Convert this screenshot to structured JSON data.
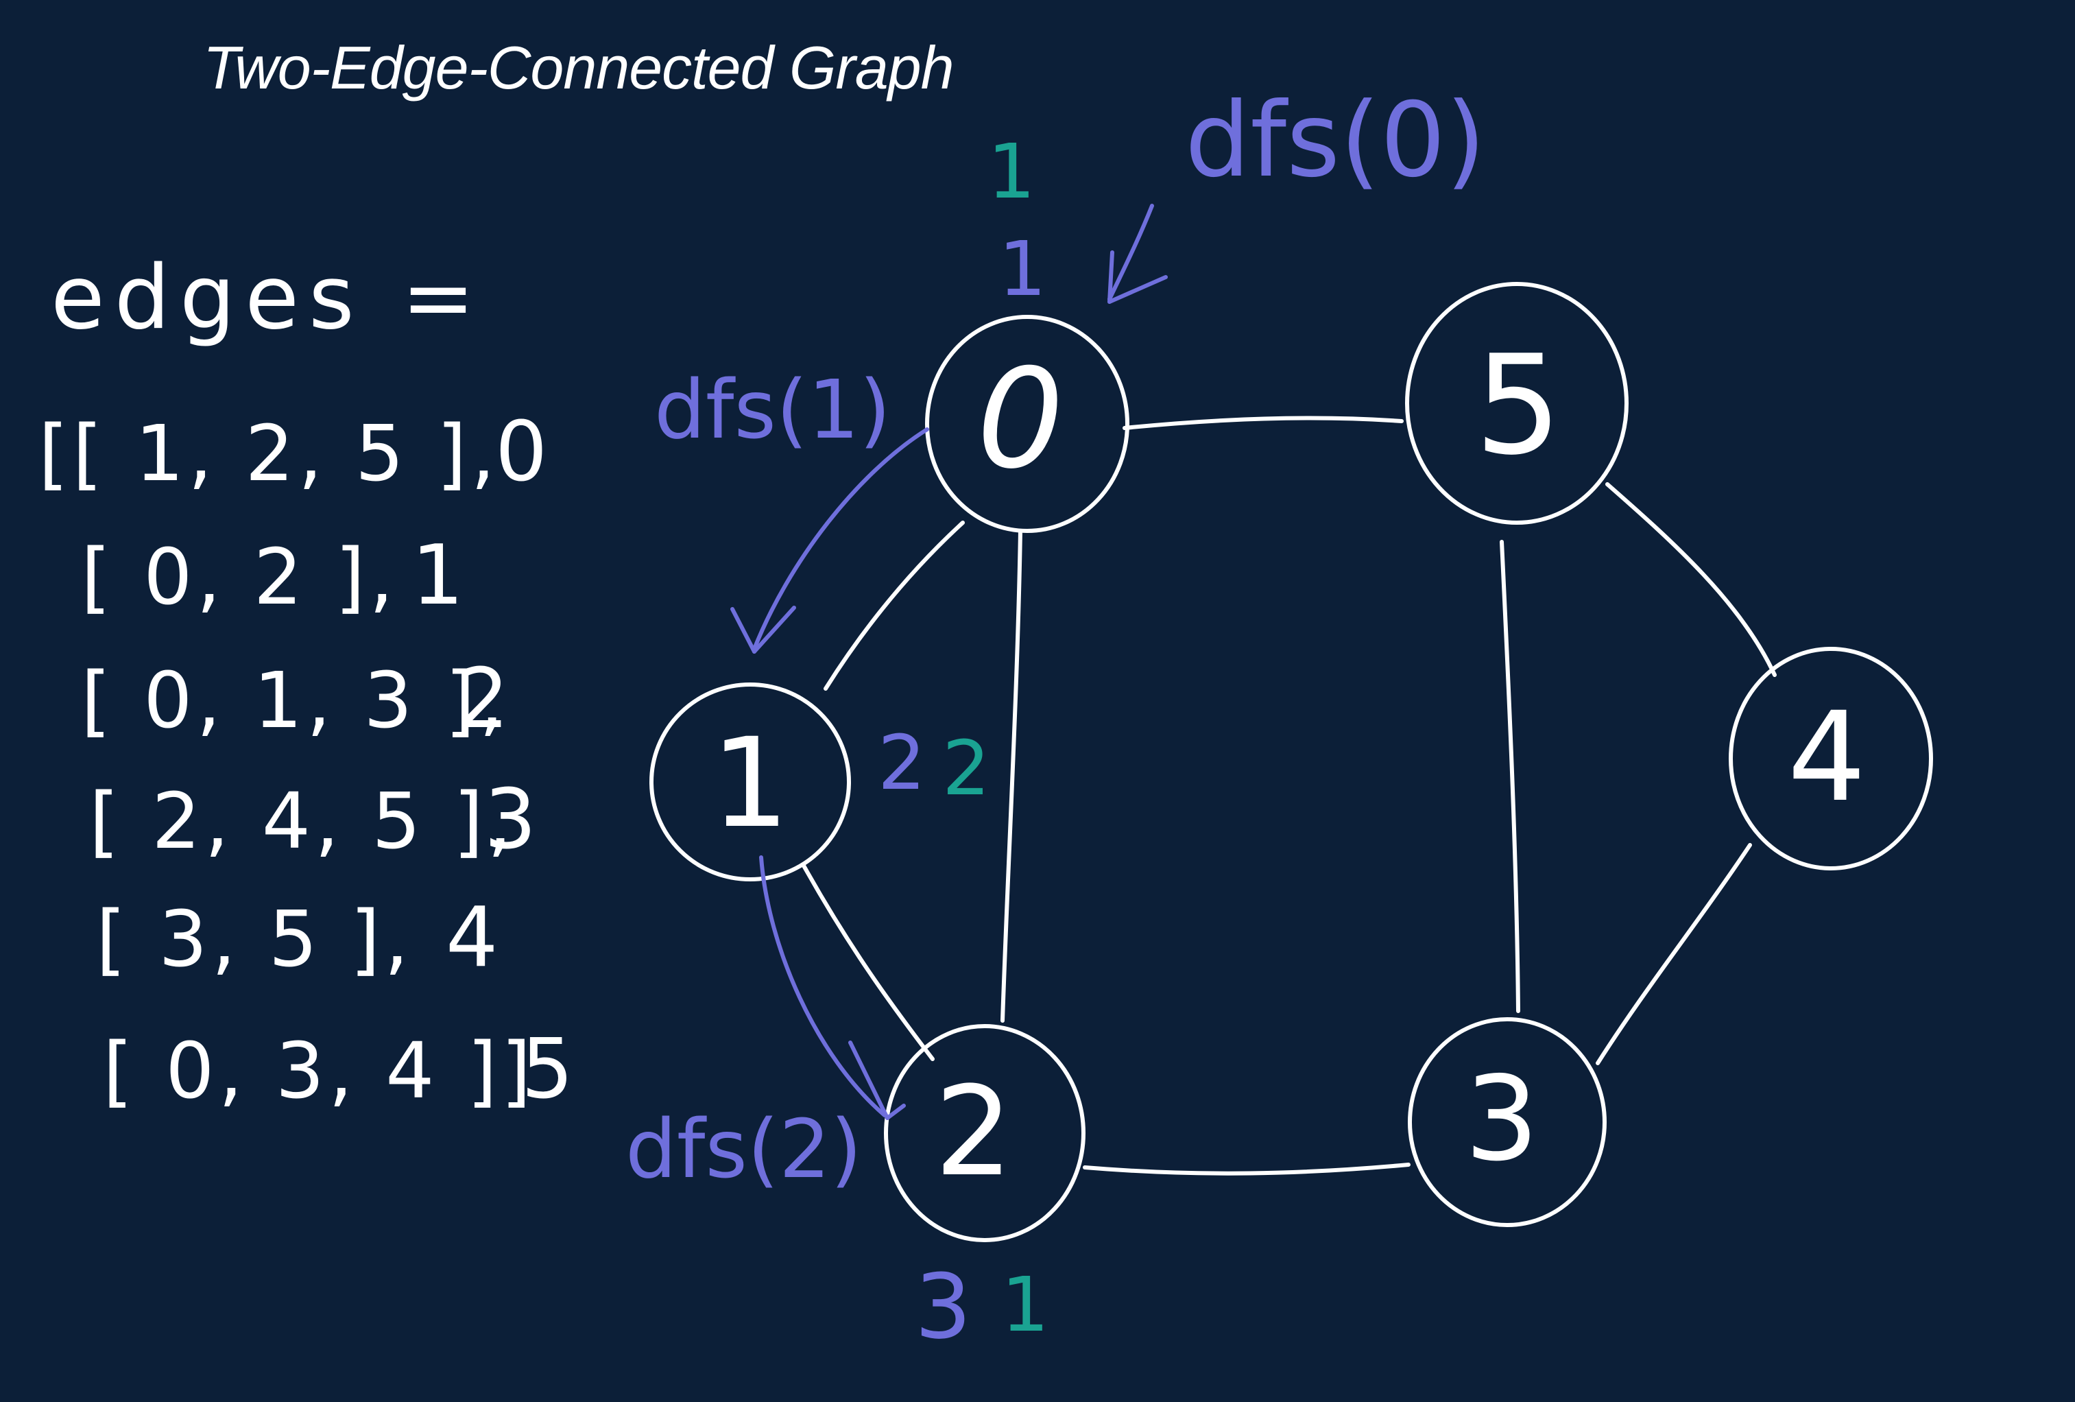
{
  "title": "Two-Edge-Connected Graph",
  "colors": {
    "background": "#0c1f38",
    "chalk": "#ffffff",
    "trace_blue": "#6f6fdc",
    "trace_teal": "#1aa392"
  },
  "edges_list": {
    "label": "edges =",
    "rows": [
      {
        "text": "[[ 1, 2, 5 ],",
        "index": "0"
      },
      {
        "text": "[ 0, 2 ],",
        "index": "1"
      },
      {
        "text": "[ 0, 1, 3 ],",
        "index": "2"
      },
      {
        "text": "[ 2, 4, 5 ],",
        "index": "3"
      },
      {
        "text": "[ 3, 5 ],",
        "index": "4"
      },
      {
        "text": "[ 0, 3, 4 ]]",
        "index": "5"
      }
    ]
  },
  "graph": {
    "nodes": [
      {
        "id": "0",
        "label": "0"
      },
      {
        "id": "1",
        "label": "1"
      },
      {
        "id": "2",
        "label": "2"
      },
      {
        "id": "3",
        "label": "3"
      },
      {
        "id": "4",
        "label": "4"
      },
      {
        "id": "5",
        "label": "5"
      }
    ],
    "edges": [
      [
        "0",
        "1"
      ],
      [
        "0",
        "2"
      ],
      [
        "0",
        "5"
      ],
      [
        "1",
        "2"
      ],
      [
        "2",
        "3"
      ],
      [
        "3",
        "4"
      ],
      [
        "3",
        "5"
      ],
      [
        "4",
        "5"
      ]
    ]
  },
  "annotations": {
    "dfs0": "dfs(0)",
    "dfs1": "dfs(1)",
    "dfs2": "dfs(2)",
    "node0_time": "1",
    "node0_low": "1",
    "node1_time": "2",
    "node1_low": "2",
    "node2_time": "3",
    "node2_low": "1"
  }
}
